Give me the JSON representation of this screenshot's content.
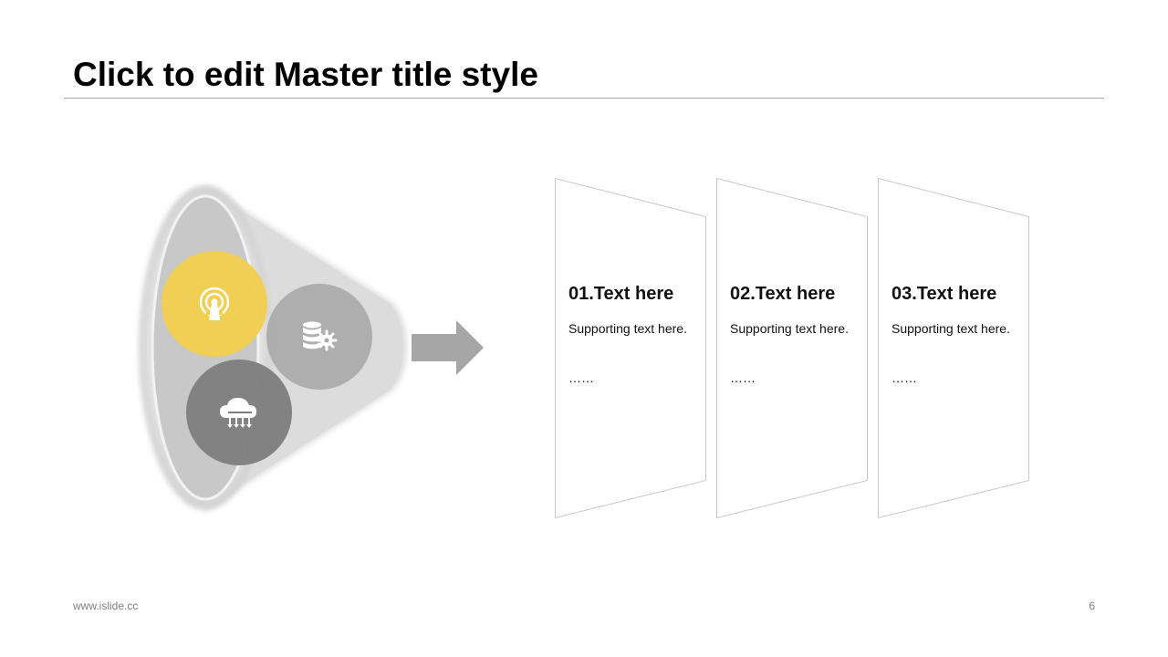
{
  "slide": {
    "title": "Click to edit Master title style",
    "footer_url": "www.islide.cc",
    "page_number": "6"
  },
  "funnel": {
    "icons": [
      {
        "name": "antenna-icon",
        "color": "#f2ce4f"
      },
      {
        "name": "database-gear-icon",
        "color": "#ababab"
      },
      {
        "name": "cloud-download-icon",
        "color": "#7f7f7f"
      }
    ],
    "arrow_color": "#a6a6a6"
  },
  "panels": [
    {
      "heading": "01.Text here",
      "sub": "Supporting text here.",
      "dots": "……"
    },
    {
      "heading": "02.Text here",
      "sub": "Supporting text here.",
      "dots": "……"
    },
    {
      "heading": "03.Text here",
      "sub": "Supporting text here.",
      "dots": "……"
    }
  ]
}
